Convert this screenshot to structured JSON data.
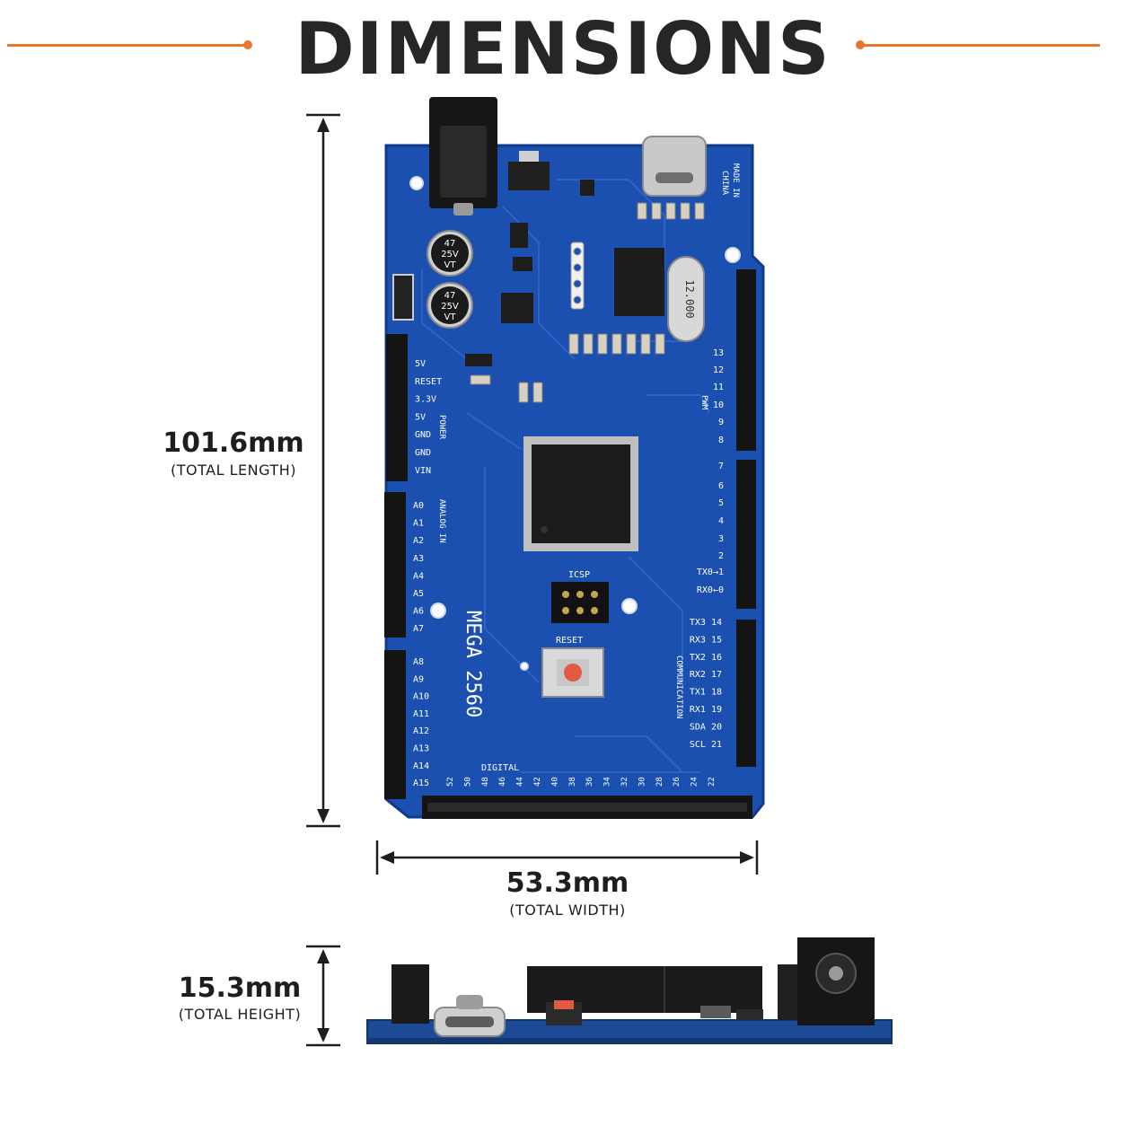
{
  "header": {
    "title": "DIMENSIONS",
    "accent_color": "#e8762c"
  },
  "dimensions": {
    "length": {
      "value": "101.6mm",
      "label": "(TOTAL LENGTH)"
    },
    "width": {
      "value": "53.3mm",
      "label": "(TOTAL WIDTH)"
    },
    "height": {
      "value": "15.3mm",
      "label": "(TOTAL HEIGHT)"
    }
  },
  "board": {
    "model": "MEGA 2560",
    "made_in": [
      "MADE IN",
      "CHINA"
    ],
    "cap_label": [
      "47",
      "25V",
      "VT"
    ],
    "crystal": "12.000",
    "icsp": "ICSP",
    "reset": "RESET",
    "digital": "DIGITAL",
    "power": "POWER",
    "analog_in": "ANALOG IN",
    "communication": "COMMUNICATION",
    "pwm": "PWM",
    "power_pins": [
      "5V",
      "RESET",
      "3.3V",
      "5V",
      "GND",
      "GND",
      "VIN"
    ],
    "analog_pins": [
      "A0",
      "A1",
      "A2",
      "A3",
      "A4",
      "A5",
      "A6",
      "A7",
      "A8",
      "A9",
      "A10",
      "A11",
      "A12",
      "A13",
      "A14",
      "A15"
    ],
    "pwm_pins": [
      "13",
      "12",
      "11",
      "10",
      "9",
      "8",
      "7",
      "6",
      "5",
      "4",
      "3",
      "2",
      "TX0→1",
      "RX0←0"
    ],
    "comm_pins": [
      "TX3 14",
      "RX3 15",
      "TX2 16",
      "RX2 17",
      "TX1 18",
      "RX1 19",
      "SDA 20",
      "SCL 21"
    ],
    "digital_pins": [
      "52",
      "50",
      "48",
      "46",
      "44",
      "42",
      "40",
      "38",
      "36",
      "34",
      "32",
      "30",
      "28",
      "26",
      "24",
      "22"
    ],
    "board_color": "#1b4fb0"
  }
}
